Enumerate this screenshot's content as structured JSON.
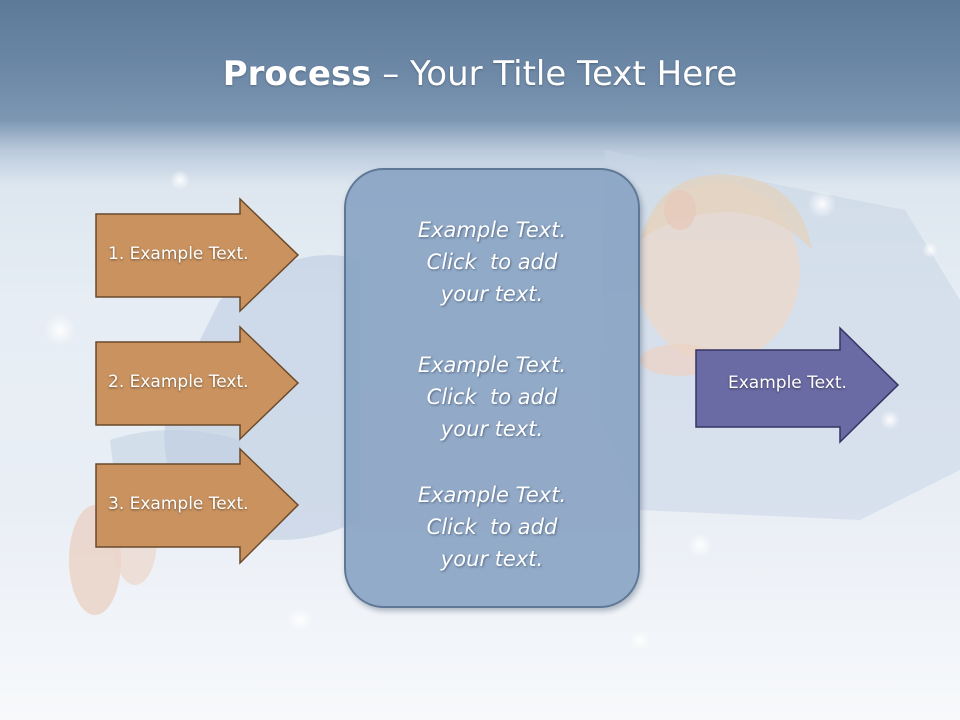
{
  "title": {
    "bold": "Process",
    "rest": " – Your Title Text Here"
  },
  "steps": [
    {
      "label": "1. Example Text."
    },
    {
      "label": "2. Example Text."
    },
    {
      "label": "3. Example Text."
    }
  ],
  "center_box": {
    "blocks": [
      {
        "line1": "Example Text.",
        "line2": "Click  to add",
        "line3": "your text."
      },
      {
        "line1": "Example Text.",
        "line2": "Click  to add",
        "line3": "your text."
      },
      {
        "line1": "Example Text.",
        "line2": "Click  to add",
        "line3": "your text."
      }
    ]
  },
  "output": {
    "label": "Example Text."
  },
  "colors": {
    "step_arrow_fill": "#c9925f",
    "step_arrow_stroke": "#6b4a2b",
    "output_arrow_fill": "#6a6aa4",
    "output_arrow_stroke": "#343463",
    "center_box_fill": "#86a0c1",
    "center_box_stroke": "#5e7896"
  },
  "background": {
    "image": "sleeping child on pillow with soft snowy light",
    "tone": "blue-white"
  }
}
